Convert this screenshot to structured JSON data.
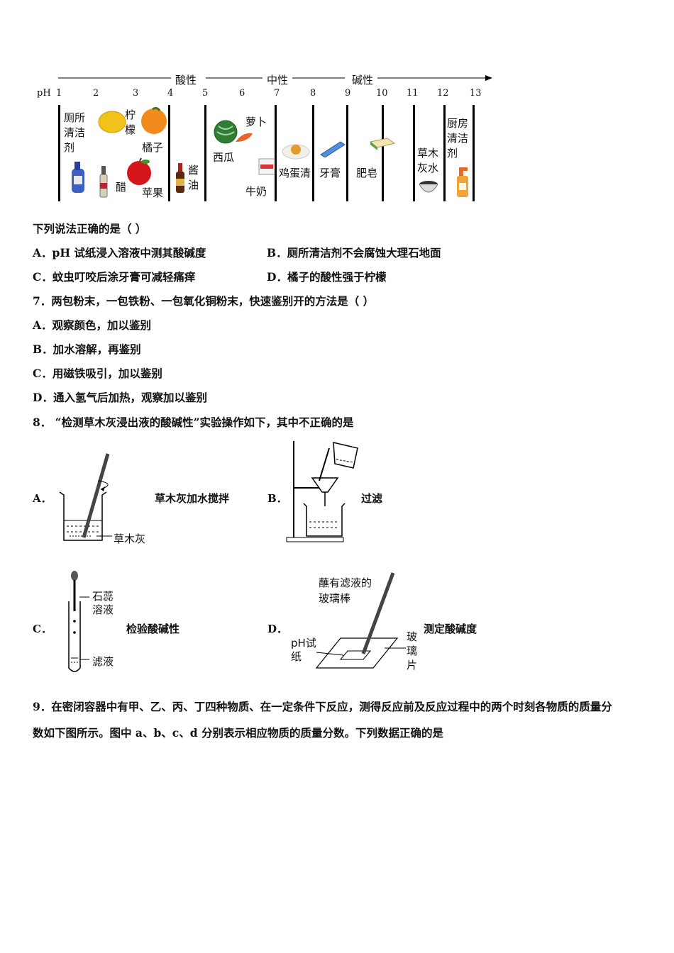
{
  "ph_scale": {
    "label": "pH",
    "ticks": [
      "1",
      "2",
      "3",
      "4",
      "5",
      "6",
      "7",
      "8",
      "9",
      "10",
      "11",
      "12",
      "13"
    ],
    "regions": {
      "acid": "酸性",
      "neutral": "中性",
      "base": "碱性"
    },
    "items": {
      "toilet_cleaner": "厕所清洁剂",
      "lemon": "柠檬",
      "orange": "橘子",
      "vinegar": "醋",
      "apple": "苹果",
      "soy_sauce": "酱油",
      "watermelon": "西瓜",
      "radish": "萝卜",
      "milk": "牛奶",
      "egg_white": "鸡蛋清",
      "toothpaste": "牙膏",
      "soap": "肥皂",
      "ash_water": "草木灰水",
      "kitchen_cleaner": "厨房清洁剂"
    }
  },
  "q6": {
    "stem": "下列说法正确的是（    ）",
    "options": [
      "A．pH 试纸浸入溶液中测其酸碱度",
      "B．厕所清洁剂不会腐蚀大理石地面",
      "C．蚊虫叮咬后涂牙膏可减轻痛痒",
      "D．橘子的酸性强于柠檬"
    ]
  },
  "q7": {
    "stem": "7．两包粉末，一包铁粉、一包氧化铜粉末，快速鉴别开的方法是（     ）",
    "options": [
      "A．观察颜色，加以鉴别",
      "B．加水溶解，再鉴别",
      "C．用磁铁吸引，加以鉴别",
      "D．通入氢气后加热，观察加以鉴别"
    ]
  },
  "q8": {
    "stem": "8．  “检测草木灰浸出液的酸碱性”实验操作如下，其中不正确的是",
    "a": {
      "letter": "A．",
      "caption": "草木灰加水搅拌",
      "label": "草木灰"
    },
    "b": {
      "letter": "B．",
      "caption": "过滤"
    },
    "c": {
      "letter": "C．",
      "caption": "检验酸碱性",
      "label1": "石蕊溶液",
      "label2": "滤液"
    },
    "d": {
      "letter": "D．",
      "caption": "测定酸碱度",
      "rod_label": "蘸有滤液的玻璃棒",
      "paper_label": "pH试纸",
      "glass_label": "玻璃片"
    }
  },
  "q9": {
    "line1": "9．在密闭容器中有甲、乙、丙、丁四种物质、在一定条件下反应，测得反应前及反应过程中的两个时刻各物质的质量分",
    "line2": "数如下图所示。图中 a、b、c、d 分别表示相应物质的质量分数。下列数据正确的是"
  }
}
